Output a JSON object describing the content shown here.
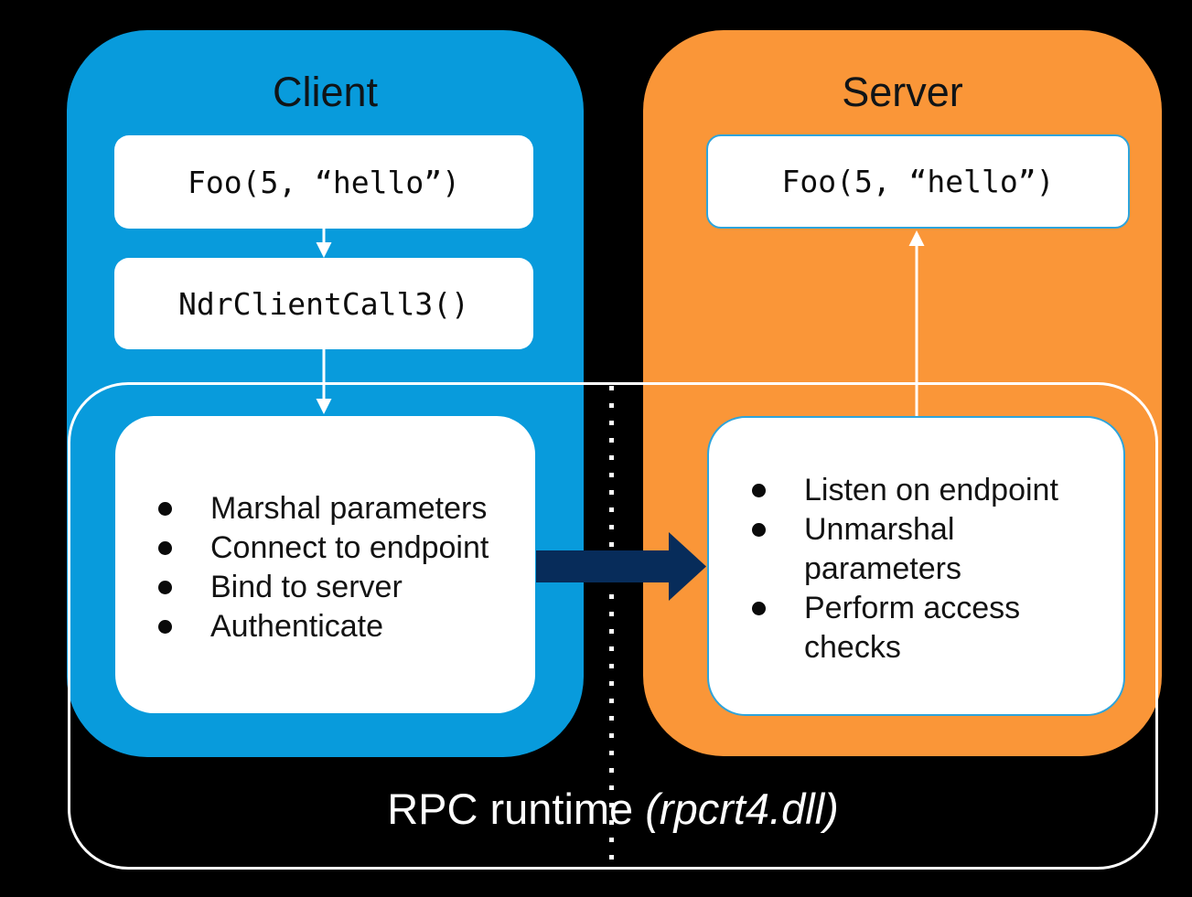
{
  "diagram_title": "RPC call flow",
  "colors": {
    "background": "#000000",
    "client_panel": "#089BDC",
    "server_panel": "#FA9638",
    "request_arrow": "#072C5A",
    "server_box_border": "#2EA4DB",
    "frame_and_text": "#FFFFFF",
    "dark_text": "#101417"
  },
  "client": {
    "title": "Client",
    "call_box": "Foo(5, “hello”)",
    "stub_box": "NdrClientCall3()",
    "steps": [
      "Marshal parameters",
      "Connect to endpoint",
      "Bind to server",
      "Authenticate"
    ]
  },
  "server": {
    "title": "Server",
    "call_box": "Foo(5, “hello”)",
    "steps": [
      "Listen on endpoint",
      "Unmarshal parameters",
      "Perform access checks"
    ]
  },
  "runtime": {
    "label_prefix": "RPC runtime ",
    "label_lib": "(rpcrt4.dll)"
  }
}
